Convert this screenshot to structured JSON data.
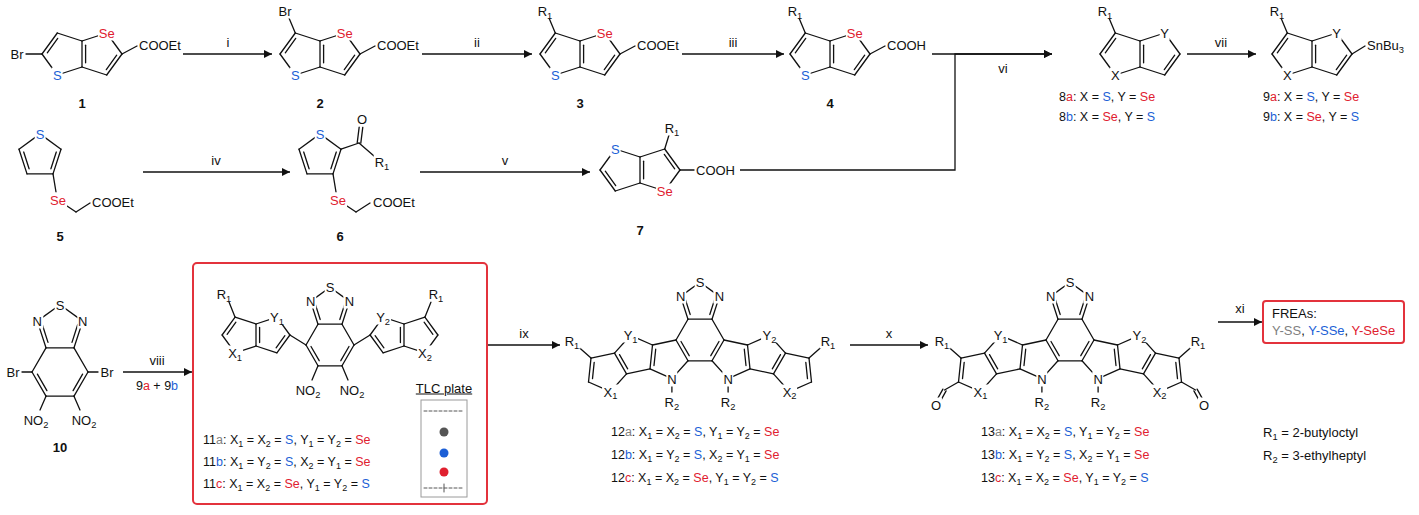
{
  "diagram": {
    "nodes": [
      {
        "text": [
          "Br",
          "Se",
          "COOEt",
          "S",
          "1"
        ]
      },
      {
        "text": [
          "Br",
          "Se",
          "COOEt",
          "S",
          "2"
        ]
      },
      {
        "text": [
          "R1",
          "Se",
          "COOEt",
          "S",
          "3"
        ]
      },
      {
        "text": [
          "R1",
          "Se",
          "COOH",
          "S",
          "4"
        ]
      },
      {
        "text": [
          "R1",
          "Y",
          "X",
          "8a: X = S, Y = Se",
          "8b: X = Se, Y = S"
        ]
      },
      {
        "text": [
          "R1",
          "Y",
          "SnBu3",
          "X",
          "9a: X = S, Y = Se",
          "9b: X = Se, Y = S"
        ]
      },
      {
        "text": [
          "S",
          "Se",
          "COOEt",
          "5"
        ]
      },
      {
        "text": [
          "S",
          "O",
          "R1",
          "Se",
          "COOEt",
          "6"
        ]
      },
      {
        "text": [
          "S",
          "R1",
          "COOH",
          "Se",
          "7"
        ]
      },
      {
        "text": [
          "S",
          "N",
          "N",
          "Br",
          "Br",
          "NO2",
          "NO2",
          "10"
        ]
      },
      {
        "text": [
          "TLC plate"
        ]
      },
      {
        "text": [
          "R1",
          "Y1",
          "X1",
          "S",
          "N",
          "N",
          "Y2",
          "R1",
          "X2",
          "NO2",
          "NO2",
          "11a: X1 = X2 = S, Y1 = Y2 = Se",
          "11b: X1 = Y2 = S, X2 = Y1 = Se",
          "11c: X1 = X2 = Se, Y1 = Y2 = S"
        ],
        "in": 10
      },
      {
        "text": [
          "S",
          "N",
          "N",
          "R1",
          "Y1",
          "X1",
          "N",
          "R2",
          "N",
          "R2",
          "Y2",
          "R1",
          "X2",
          "12a: X1 = X2 = S, Y1 = Y2 = Se",
          "12b: X1 = Y2 = S, X2 = Y1 = Se",
          "12c: X1 = X2 = Se, Y1 = Y2 = S"
        ]
      },
      {
        "text": [
          "S",
          "N",
          "N",
          "R1",
          "O",
          "Y1",
          "X1",
          "N",
          "R2",
          "N",
          "R2",
          "Y2",
          "R1",
          "O",
          "X2",
          "13a: X1 = X2 = S, Y1 = Y2 = Se",
          "13b: X1 = Y2 = S, X2 = Y1 = Se",
          "13c: X1 = X2 = Se, Y1 = Y2 = S"
        ]
      },
      {
        "text": [
          "FREAs:",
          "Y-SS, Y-SSe, Y-SeSe"
        ]
      }
    ],
    "edges": [
      {
        "from": 0,
        "to": 1,
        "arrow": "to",
        "label": "i"
      },
      {
        "from": 1,
        "to": 2,
        "arrow": "to",
        "label": "ii"
      },
      {
        "from": 2,
        "to": 3,
        "arrow": "to",
        "label": "iii"
      },
      {
        "from": 3,
        "to": 4,
        "arrow": "to",
        "label": "vi"
      },
      {
        "from": 8,
        "to": 4,
        "arrow": "to"
      },
      {
        "from": 4,
        "to": 5,
        "arrow": "to",
        "label": "vii"
      },
      {
        "from": 6,
        "to": 7,
        "arrow": "to",
        "label": "iv"
      },
      {
        "from": 7,
        "to": 8,
        "arrow": "to",
        "label": "v"
      },
      {
        "from": 9,
        "to": 10,
        "arrow": "to",
        "label": "viii"
      },
      {
        "from": 10,
        "to": 12,
        "arrow": "to",
        "label": "ix"
      },
      {
        "from": 12,
        "to": 13,
        "arrow": "to",
        "label": "x"
      },
      {
        "from": 13,
        "to": 14,
        "arrow": "to",
        "label": "xi"
      }
    ],
    "labels": [
      "9a + 9b",
      "R1 = 2-butyloctyl",
      "R2 = 3-ethylheptyl"
    ]
  }
}
